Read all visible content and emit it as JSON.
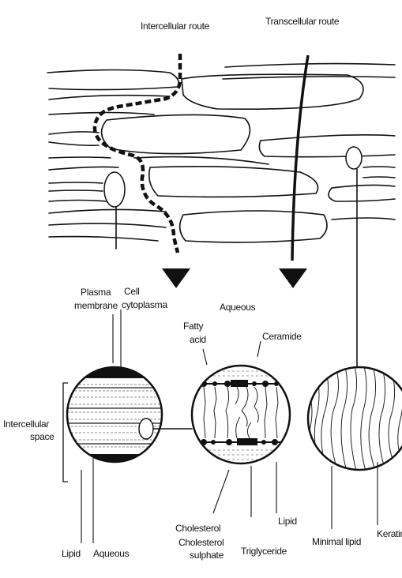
{
  "labels": {
    "intercellular_route": "Intercellular route",
    "transcellular_route": "Transcellular route",
    "plasma_membrane": [
      "Plasma",
      "membrane"
    ],
    "cell_cytoplasma": [
      "Cell",
      "cytoplasma"
    ],
    "aqueous_top": "Aqueous",
    "fatty_acid": [
      "Fatty",
      "acid"
    ],
    "ceramide": "Ceramide",
    "intercellular_space": [
      "Intercellular",
      "space"
    ],
    "lipid_left": "Lipid",
    "aqueous_bottom": "Aqueous",
    "cholesterol": "Cholesterol",
    "cholesterol_sulphate": [
      "Cholesterol",
      "sulphate"
    ],
    "triglyceride": "Triglyceride",
    "lipid_right": "Lipid",
    "minimal_lipid": "Minimal lipid",
    "keratin": "Keratin"
  }
}
